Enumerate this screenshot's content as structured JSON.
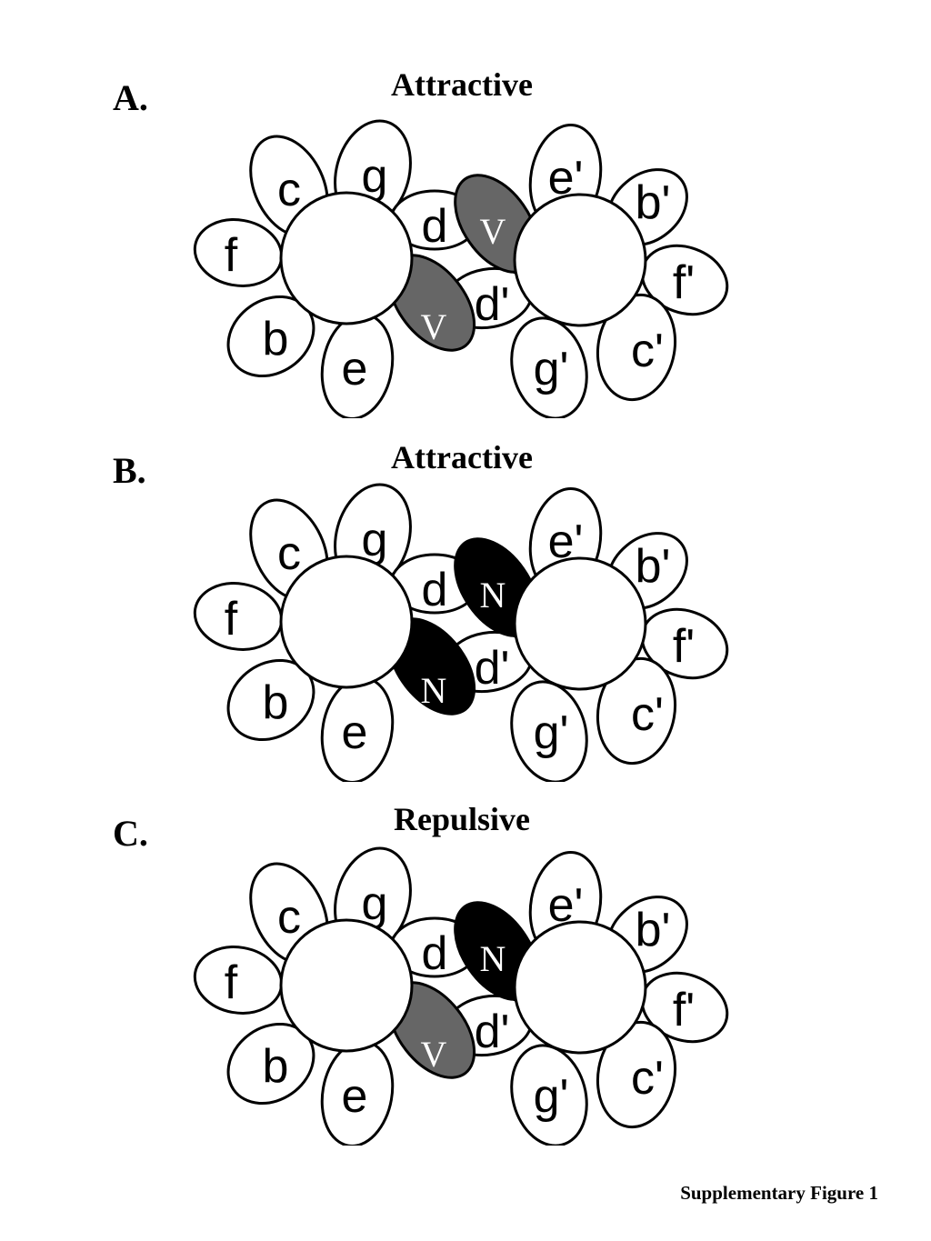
{
  "panels": [
    {
      "letter": "A.",
      "title": "Attractive",
      "top_residue": {
        "label": "V",
        "fill": "#666666"
      },
      "bottom_residue": {
        "label": "V",
        "fill": "#666666"
      }
    },
    {
      "letter": "B.",
      "title": "Attractive",
      "top_residue": {
        "label": "N",
        "fill": "#000000"
      },
      "bottom_residue": {
        "label": "N",
        "fill": "#000000"
      }
    },
    {
      "letter": "C.",
      "title": "Repulsive",
      "top_residue": {
        "label": "N",
        "fill": "#000000"
      },
      "bottom_residue": {
        "label": "V",
        "fill": "#666666"
      }
    }
  ],
  "left_petals": {
    "c": "c",
    "g": "g",
    "f": "f",
    "d": "d",
    "b": "b",
    "e": "e"
  },
  "right_petals": {
    "e": "e'",
    "b": "b'",
    "f": "f'",
    "d": "d'",
    "c": "c'",
    "g": "g'"
  },
  "caption": "Supplementary Figure 1"
}
